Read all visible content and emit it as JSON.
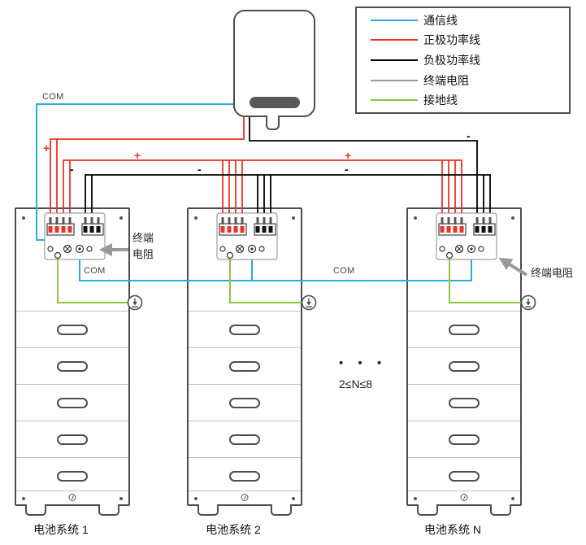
{
  "legend": {
    "items": [
      {
        "label": "通信线",
        "color": "#29abe2"
      },
      {
        "label": "正极功率线",
        "color": "#ee3124"
      },
      {
        "label": "负极功率线",
        "color": "#000000"
      },
      {
        "label": "终端电阻",
        "color": "#999999"
      },
      {
        "label": "接地线",
        "color": "#8cc63f"
      }
    ]
  },
  "colors": {
    "comm": "#29abe2",
    "positive": "#ee3124",
    "negative": "#000000",
    "resistor": "#999999",
    "ground": "#8cc63f",
    "outline": "#4d4d4d"
  },
  "labels": {
    "com": "COM",
    "plus": "+",
    "minus": "-",
    "terminal_resistor_line1": "终端",
    "terminal_resistor_line2": "电阻",
    "terminal_resistor": "终端电阻",
    "n_range": "2≤N≤8",
    "ellipsis": "• • •"
  },
  "batteries": [
    {
      "label": "电池系统 1"
    },
    {
      "label": "电池系统 2"
    },
    {
      "label": "电池系统 N"
    }
  ]
}
